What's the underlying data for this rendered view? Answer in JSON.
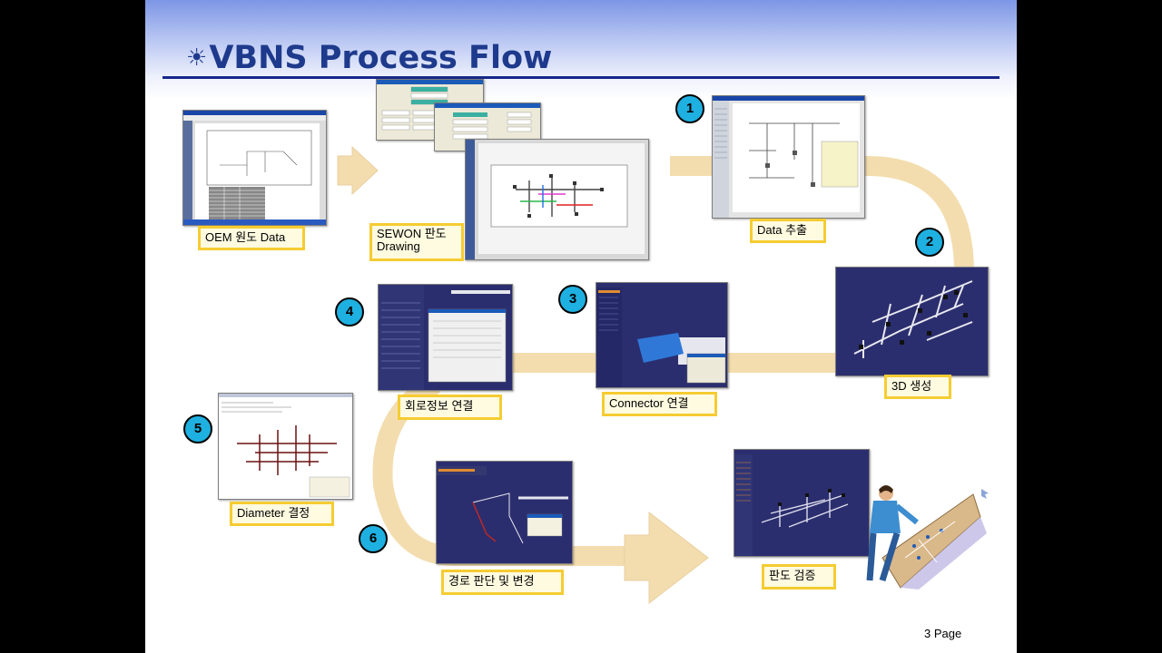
{
  "slide": {
    "title_icon": "sun-icon",
    "title": "VBNS Process Flow",
    "page": "3 Page"
  },
  "steps": [
    {
      "label": "OEM 원도 Data"
    },
    {
      "label_line1": "SEWON 판도",
      "label_line2": "Drawing"
    },
    {
      "number": "1",
      "label": "Data 추출"
    },
    {
      "number": "2",
      "label": "3D 생성"
    },
    {
      "number": "3",
      "label": "Connector 연결"
    },
    {
      "number": "4",
      "label": "회로정보 연결"
    },
    {
      "number": "5",
      "label": "Diameter 결정"
    },
    {
      "number": "6",
      "label": "경로 판단 및 변경"
    },
    {
      "label": "판도 검증"
    }
  ],
  "colors": {
    "title": "#1e3a8c",
    "rule": "#17288a",
    "flow_arrow": "#f3ddaf",
    "label_border": "#f5cc32",
    "label_fill": "#fffbe0",
    "badge": "#1eb0e0",
    "cad_background": "#2b2e6e"
  }
}
